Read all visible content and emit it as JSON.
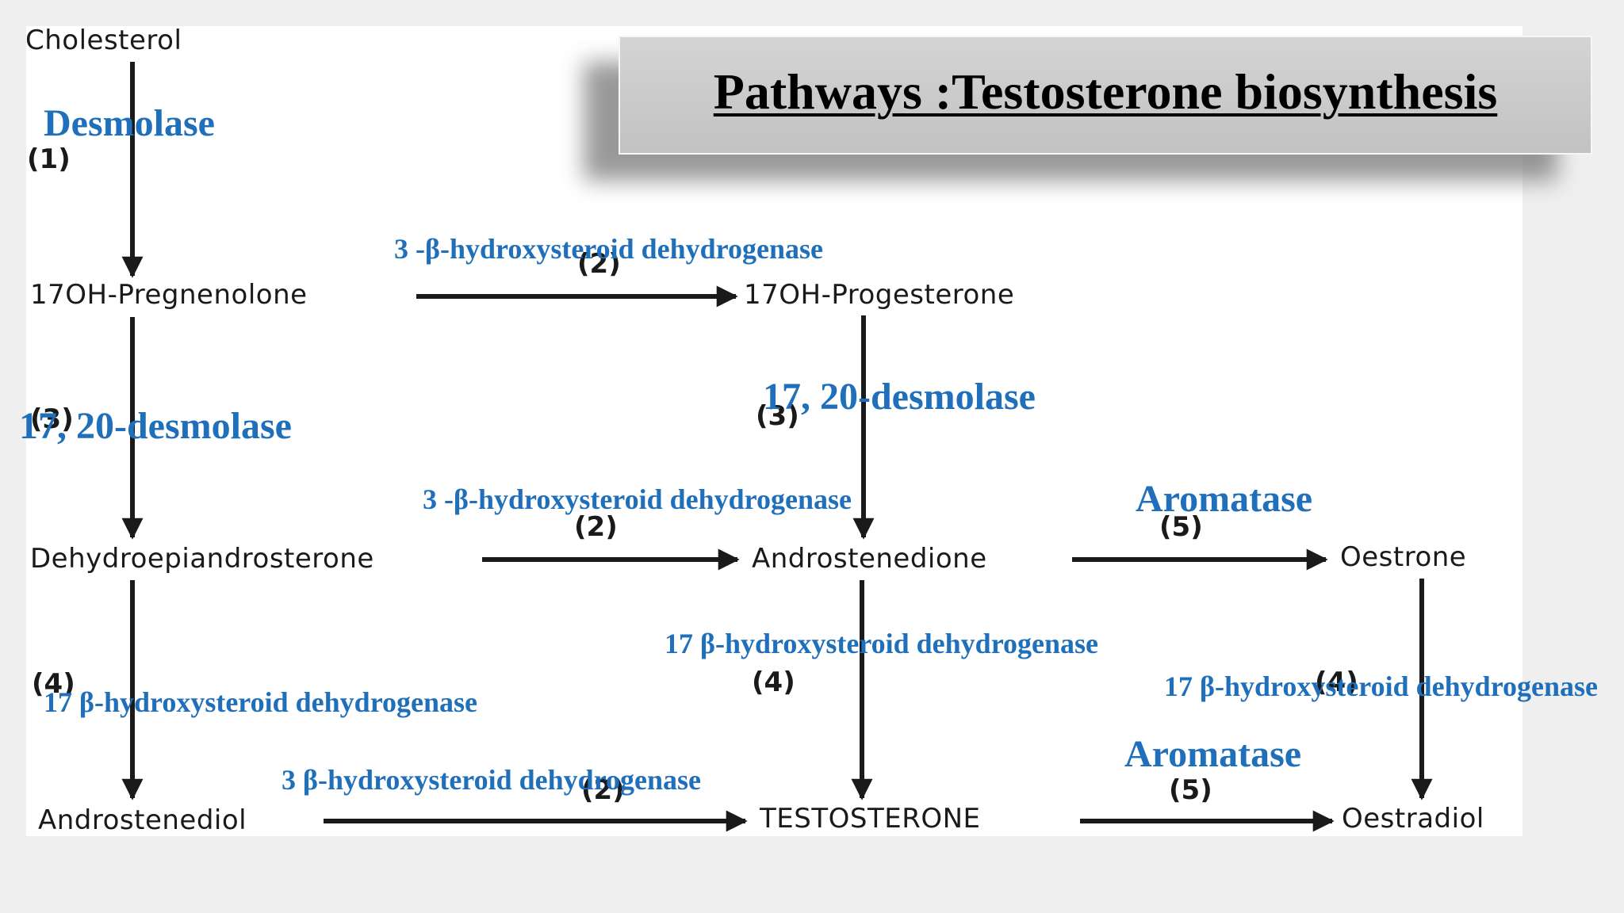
{
  "title": "Pathways :Testosterone biosynthesis",
  "nodes": {
    "cholesterol": "Cholesterol",
    "pregnenolone": "17OH-Pregnenolone",
    "progesterone": "17OH-Progesterone",
    "dhea": "Dehydroepiandrosterone",
    "androstenedione": "Androstenedione",
    "oestrone": "Oestrone",
    "androstenediol": "Androstenediol",
    "testosterone": "TESTOSTERONE",
    "oestradiol": "Oestradiol"
  },
  "steps": {
    "s1": "(1)",
    "s2_top": "(2)",
    "s3_left": "(3)",
    "s3_mid": "(3)",
    "s2_mid": "(2)",
    "s5_top": "(5)",
    "s4_left": "(4)",
    "s4_mid": "(4)",
    "s4_right": "(4)",
    "s2_bottom": "(2)",
    "s5_bottom": "(5)"
  },
  "enzymes": {
    "desmolase": "Desmolase",
    "hsd3_top": "3 -β-hydroxysteroid dehydrogenase",
    "lyase_left": "17, 20-desmolase",
    "lyase_mid": "17, 20-desmolase",
    "hsd3_mid": "3 -β-hydroxysteroid dehydrogenase",
    "aromatase_top": "Aromatase",
    "hsd17_mid": "17 β-hydroxysteroid dehydrogenase",
    "hsd17_right": "17 β-hydroxysteroid dehydrogenase",
    "hsd17_left": "17 β-hydroxysteroid dehydrogenase",
    "aromatase_bottom": "Aromatase",
    "hsd3_bottom": "3 β-hydroxysteroid dehydrogenase"
  },
  "colors": {
    "enzyme": "#1f6fba",
    "node": "#1a1a1a",
    "title_box": "#c8c8c8"
  }
}
